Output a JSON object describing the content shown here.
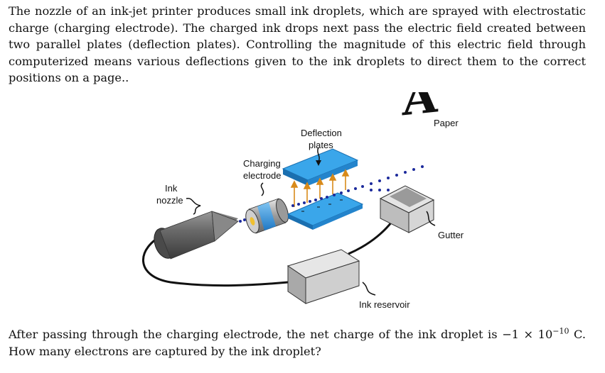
{
  "intro_text": "The nozzle of an ink-jet printer produces small ink droplets, which are sprayed with electrostatic charge (charging electrode). The charged ink drops next pass the electric field created between two parallel plates (deflection plates). Controlling the magnitude of this electric field through computerized means various deflections given to the ink droplets to direct them to the correct positions on a page..",
  "question": {
    "prefix": "After passing through the charging electrode, the net charge of the ink droplet is −1 × 10",
    "exponent": "−10",
    "suffix": " C. How many electrons are captured by the ink droplet?"
  },
  "figure": {
    "labels": {
      "paper": "Paper",
      "deflection_1": "Deflection",
      "deflection_2": "plates",
      "charging_1": "Charging",
      "charging_2": "electrode",
      "nozzle_1": "Ink",
      "nozzle_2": "nozzle",
      "gutter": "Gutter",
      "reservoir": "Ink reservoir",
      "paper_letter": "A"
    },
    "colors": {
      "plate": "#2e9be0",
      "plate_dark": "#1a6fb0",
      "droplet": "#1c2a9c",
      "field_arrow": "#d88a1a",
      "box": "#cfcfcf",
      "nozzle": "#7a7a7a"
    }
  }
}
